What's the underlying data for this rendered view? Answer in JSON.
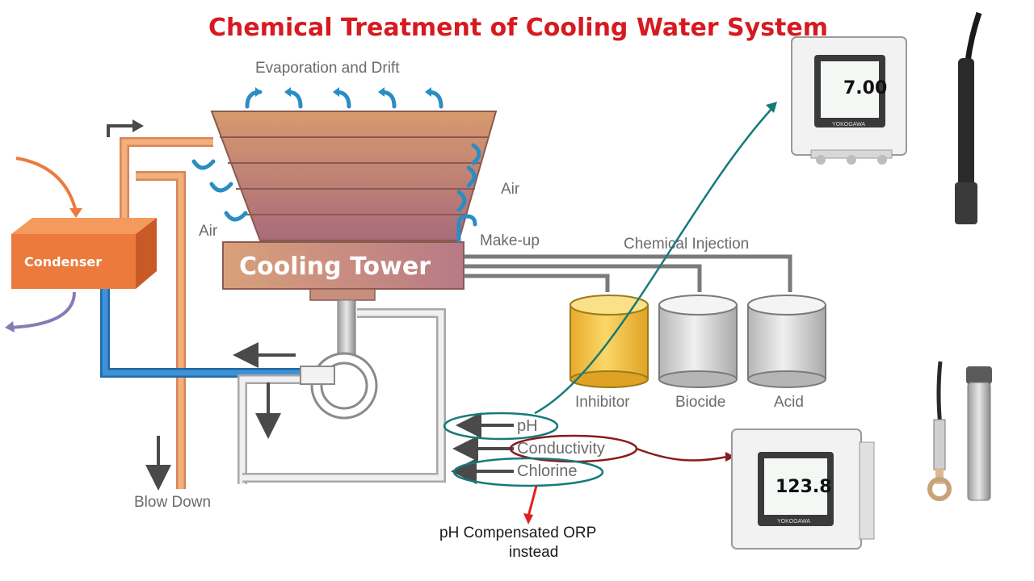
{
  "title": "Chemical Treatment of Cooling Water System",
  "labels": {
    "evaporation": "Evaporation and Drift",
    "air_right": "Air",
    "air_left": "Air",
    "makeup": "Make-up",
    "chemical_injection": "Chemical Injection",
    "cooling_tower": "Cooling Tower",
    "condenser": "Condenser",
    "blow_down": "Blow Down"
  },
  "tanks": [
    {
      "label": "Inhibitor",
      "color": "#f6c844"
    },
    {
      "label": "Biocide",
      "color": "#d7d7d7"
    },
    {
      "label": "Acid",
      "color": "#d7d7d7"
    }
  ],
  "parameters": [
    "pH",
    "Conductivity",
    "Chlorine"
  ],
  "note": {
    "line1": "pH Compensated ORP",
    "line2": "instead"
  },
  "meters": [
    {
      "reading": "7.00",
      "brand": "YOKOGAWA"
    },
    {
      "reading": "123.8",
      "brand": "YOKOGAWA"
    }
  ],
  "colors": {
    "title": "#d71920",
    "tower": "#c98a68",
    "condenser": "#ec7a3c",
    "blue_pipe": "#2f7fc4",
    "teal_line": "#167a78",
    "maroon_line": "#8b1a1a",
    "red_arrow": "#e02020",
    "air_arrow": "#2a8dc4"
  }
}
